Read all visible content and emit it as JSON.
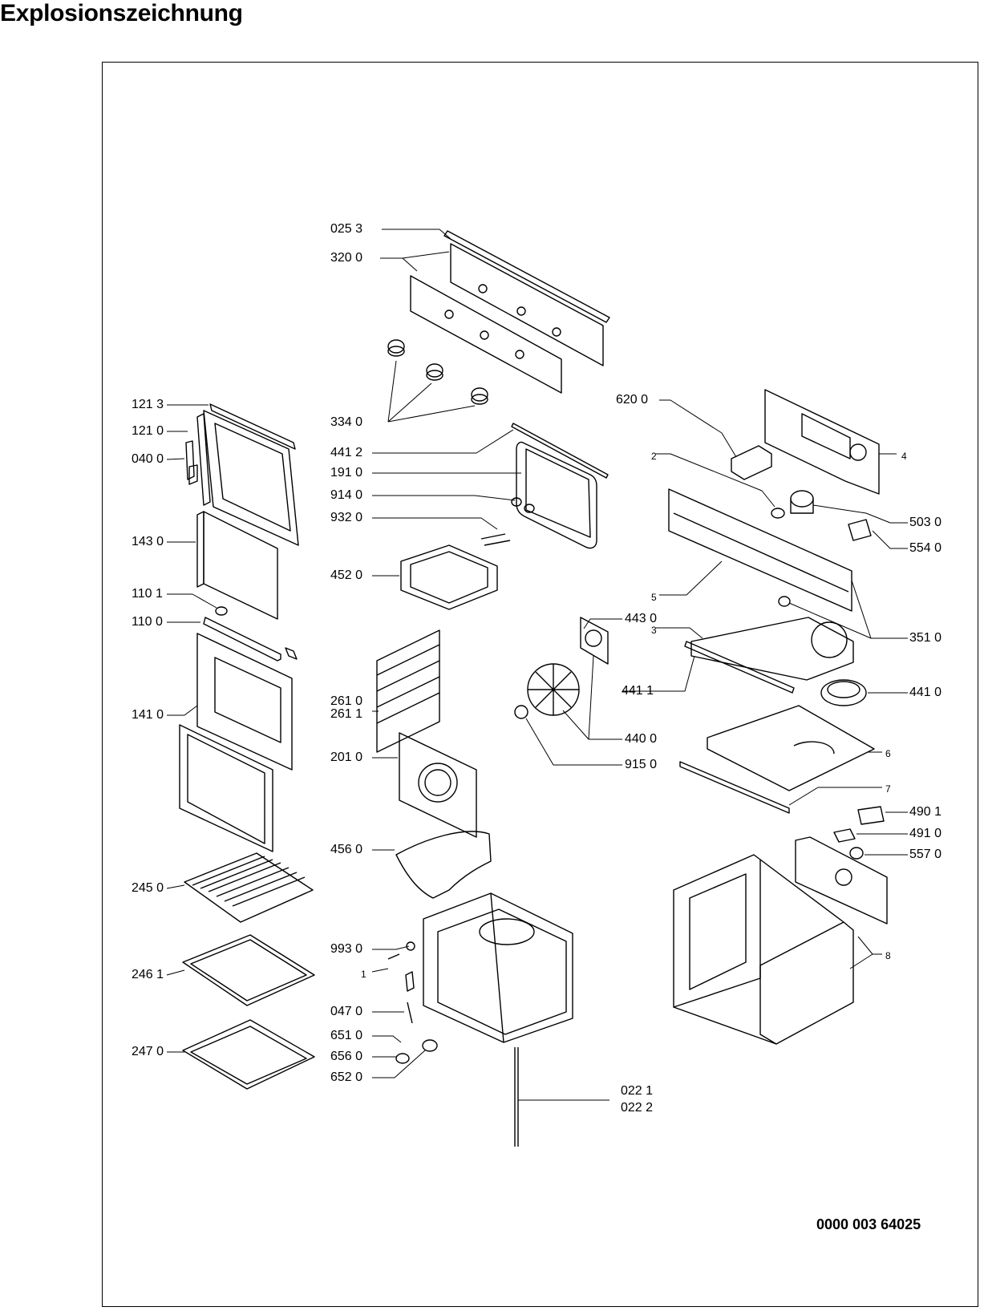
{
  "page": {
    "title": "Explosionszeichnung",
    "document_number": "0000 003 64025"
  },
  "parts": [
    {
      "id": "p0253",
      "label": "025 3"
    },
    {
      "id": "p3200",
      "label": "320 0"
    },
    {
      "id": "p3340",
      "label": "334 0"
    },
    {
      "id": "p1213",
      "label": "121 3"
    },
    {
      "id": "p1210",
      "label": "121 0"
    },
    {
      "id": "p0400",
      "label": "040 0"
    },
    {
      "id": "p1430",
      "label": "143 0"
    },
    {
      "id": "p1101",
      "label": "110 1"
    },
    {
      "id": "p1100",
      "label": "110 0"
    },
    {
      "id": "p1410",
      "label": "141 0"
    },
    {
      "id": "p2450",
      "label": "245 0"
    },
    {
      "id": "p2461",
      "label": "246 1"
    },
    {
      "id": "p2470",
      "label": "247 0"
    },
    {
      "id": "p4412",
      "label": "441 2"
    },
    {
      "id": "p1910",
      "label": "191 0"
    },
    {
      "id": "p9140",
      "label": "914 0"
    },
    {
      "id": "p9320",
      "label": "932 0"
    },
    {
      "id": "p4520",
      "label": "452 0"
    },
    {
      "id": "p2610",
      "label": "261 0"
    },
    {
      "id": "p2611",
      "label": "261 1"
    },
    {
      "id": "p2010",
      "label": "201 0"
    },
    {
      "id": "p4560",
      "label": "456 0"
    },
    {
      "id": "p9930",
      "label": "993 0"
    },
    {
      "id": "p1",
      "label": "1"
    },
    {
      "id": "p0470",
      "label": "047 0"
    },
    {
      "id": "p6510",
      "label": "651 0"
    },
    {
      "id": "p6560",
      "label": "656 0"
    },
    {
      "id": "p6520",
      "label": "652 0"
    },
    {
      "id": "p0221",
      "label": "022 1"
    },
    {
      "id": "p0222",
      "label": "022 2"
    },
    {
      "id": "p6200",
      "label": "620 0"
    },
    {
      "id": "p2",
      "label": "2"
    },
    {
      "id": "p4",
      "label": "4"
    },
    {
      "id": "p5030",
      "label": "503 0"
    },
    {
      "id": "p5540",
      "label": "554 0"
    },
    {
      "id": "p5",
      "label": "5"
    },
    {
      "id": "p3510",
      "label": "351 0"
    },
    {
      "id": "p4430",
      "label": "443 0"
    },
    {
      "id": "p3",
      "label": "3"
    },
    {
      "id": "p4411",
      "label": "441 1"
    },
    {
      "id": "p4410",
      "label": "441 0"
    },
    {
      "id": "p4400",
      "label": "440 0"
    },
    {
      "id": "p9150",
      "label": "915 0"
    },
    {
      "id": "p6",
      "label": "6"
    },
    {
      "id": "p7",
      "label": "7"
    },
    {
      "id": "p4901",
      "label": "490 1"
    },
    {
      "id": "p4910",
      "label": "491 0"
    },
    {
      "id": "p5570",
      "label": "557 0"
    },
    {
      "id": "p8",
      "label": "8"
    }
  ]
}
